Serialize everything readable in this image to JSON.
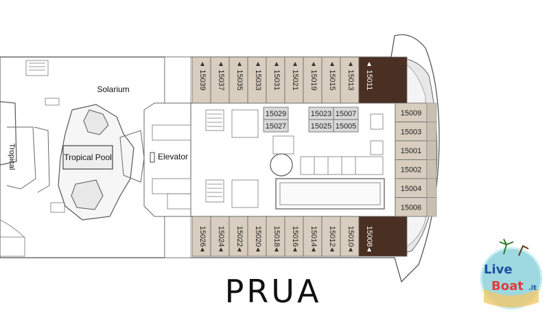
{
  "plan": {
    "areas": {
      "solarium": "Solarium",
      "tropical_pool": "Tropical Pool",
      "elevator": "Elevator",
      "tropical_side": "Tropical"
    },
    "cabins_top": [
      "15039",
      "15037",
      "15035",
      "15033",
      "15031",
      "15021",
      "15019",
      "15015",
      "15013",
      "15011"
    ],
    "cabins_bottom": [
      "15026",
      "15024",
      "15022",
      "15020",
      "15018",
      "15016",
      "15014",
      "15012",
      "15010",
      "15008"
    ],
    "cabins_right": [
      "15009",
      "15003",
      "15001",
      "15002",
      "15004",
      "15006"
    ],
    "cabins_inner": [
      "15029",
      "15023",
      "15007",
      "15027",
      "15025",
      "15005"
    ],
    "direction_label": "PRUA",
    "colors": {
      "cabin": "#d8cdbe",
      "suite": "#4a2f23",
      "inner": "#d9d9d9",
      "hull": "#e6e6e6"
    }
  },
  "logo": {
    "text_line1": "Live",
    "text_line2": "Boat",
    "suffix": ".it"
  }
}
